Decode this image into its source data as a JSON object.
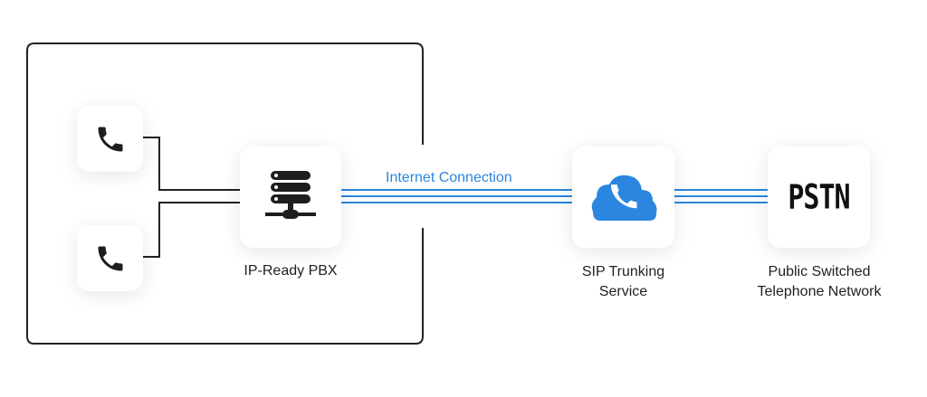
{
  "nodes": {
    "phone_top": {
      "icon": "phone-icon"
    },
    "phone_bottom": {
      "icon": "phone-icon"
    },
    "pbx": {
      "icon": "server-network-icon",
      "label": "IP-Ready PBX"
    },
    "sip": {
      "icon": "cloud-phone-icon",
      "label_line1": "SIP Trunking",
      "label_line2": "Service"
    },
    "pstn": {
      "logo_text": "PSTN",
      "label_line1": "Public Switched",
      "label_line2": "Telephone Network"
    }
  },
  "connection": {
    "label": "Internet Connection"
  },
  "colors": {
    "accent": "#2b86e0",
    "dark": "#1e1e1e"
  }
}
